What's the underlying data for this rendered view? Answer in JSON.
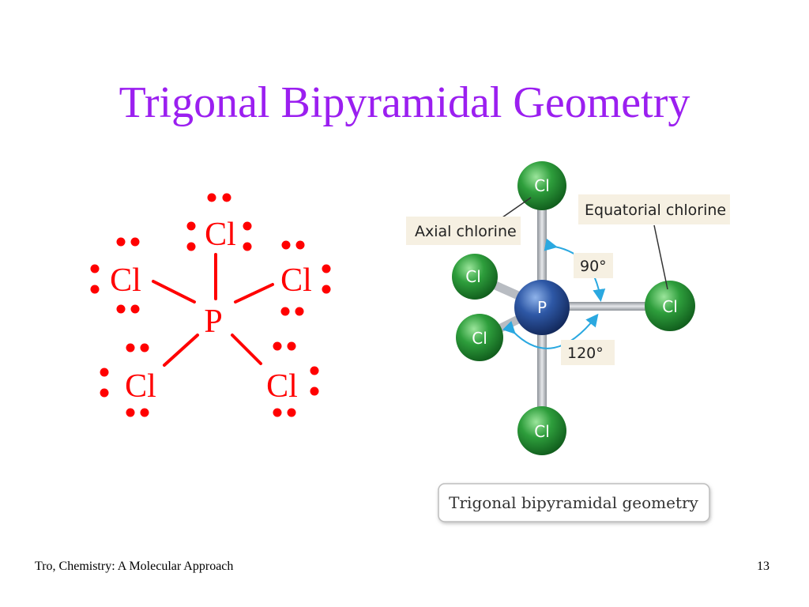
{
  "slide": {
    "title": "Trigonal Bipyramidal Geometry",
    "footer_source": "Tro, Chemistry: A Molecular Approach",
    "page_number": "13"
  },
  "lewis_structure": {
    "central_atom": "P",
    "ligand_atom": "Cl",
    "color": "#ff0000"
  },
  "model": {
    "central_atom": "P",
    "ligand_atom": "Cl",
    "axial_label": "Axial chlorine",
    "equatorial_label": "Equatorial chlorine",
    "angle_axial": "90°",
    "angle_equatorial": "120°",
    "caption": "Trigonal bipyramidal geometry",
    "colors": {
      "ligand": "#2a9a3a",
      "central": "#2e58a6",
      "bond": "#bfc3c8",
      "arrow": "#2aa8e0",
      "label_box": "#f6f0e2"
    }
  }
}
